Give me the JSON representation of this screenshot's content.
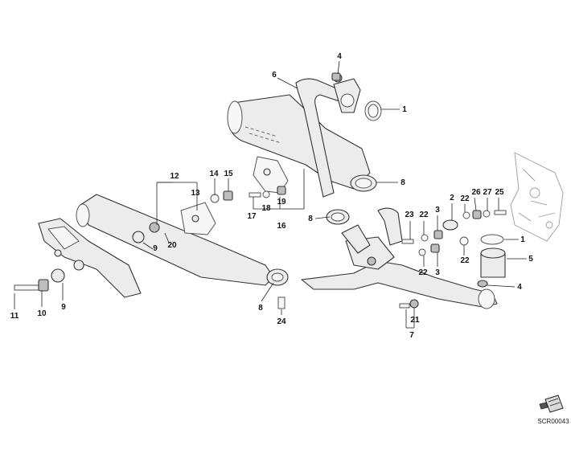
{
  "callouts": {
    "c1a": "1",
    "c1b": "1",
    "c2": "2",
    "c3a": "3",
    "c3b": "3",
    "c4a": "4",
    "c4b": "4",
    "c5": "5",
    "c6": "6",
    "c7": "7",
    "c8a": "8",
    "c8b": "8",
    "c8c": "8",
    "c9a": "9",
    "c9b": "9",
    "c10": "10",
    "c11": "11",
    "c12": "12",
    "c13": "13",
    "c14": "14",
    "c15": "15",
    "c16": "16",
    "c17": "17",
    "c18": "18",
    "c19": "19",
    "c20": "20",
    "c21": "21",
    "c22a": "22",
    "c22b": "22",
    "c22c": "22",
    "c22d": "22",
    "c23": "23",
    "c24": "24",
    "c25": "25",
    "c26": "26",
    "c27": "27"
  },
  "drawing_code": "SCR00043",
  "icons": {
    "corner": "catalog-page-icon"
  }
}
